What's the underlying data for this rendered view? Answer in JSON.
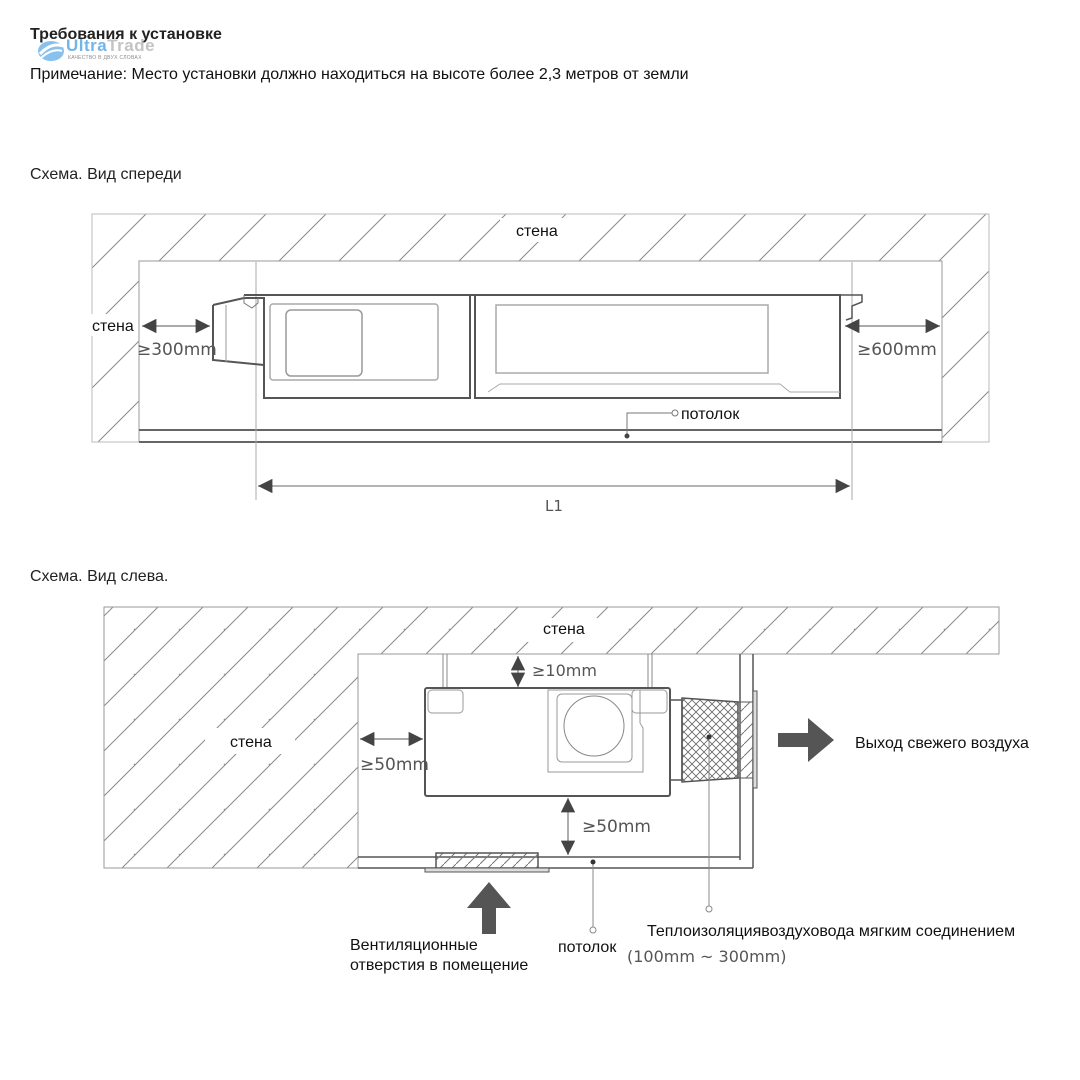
{
  "header": {
    "title": "Требования к установке",
    "note": "Примечание: Место установки должно находиться на высоте более 2,3 метров от земли"
  },
  "logo": {
    "brand_part1": "Ultra",
    "brand_part2": "Trade",
    "tagline": "КАЧЕСТВО В ДВУХ СЛОВАХ",
    "colors": {
      "primary": "#5aa9e6",
      "secondary": "#b9b9b9"
    }
  },
  "front_view": {
    "caption": "Схема. Вид спереди",
    "labels": {
      "wall_top": "стена",
      "wall_left": "стена",
      "clearance_left": "≥300mm",
      "clearance_right": "≥600mm",
      "ceiling": "потолок",
      "length": "L1"
    }
  },
  "side_view": {
    "caption": "Схема. Вид слева.",
    "labels": {
      "wall_top": "стена",
      "wall_left": "стена",
      "clearance_top": "≥10mm",
      "clearance_left": "≥50mm",
      "clearance_bottom": "≥50mm",
      "air_outlet": "Выход свежего воздуха",
      "vents_line1": "Вентиляционные",
      "vents_line2": "отверстия в помещение",
      "ceiling": "потолок",
      "insulation": "Теплоизоляциявоздуховода мягким соединением",
      "insulation_range": "(100mm ~ 300mm)"
    }
  }
}
